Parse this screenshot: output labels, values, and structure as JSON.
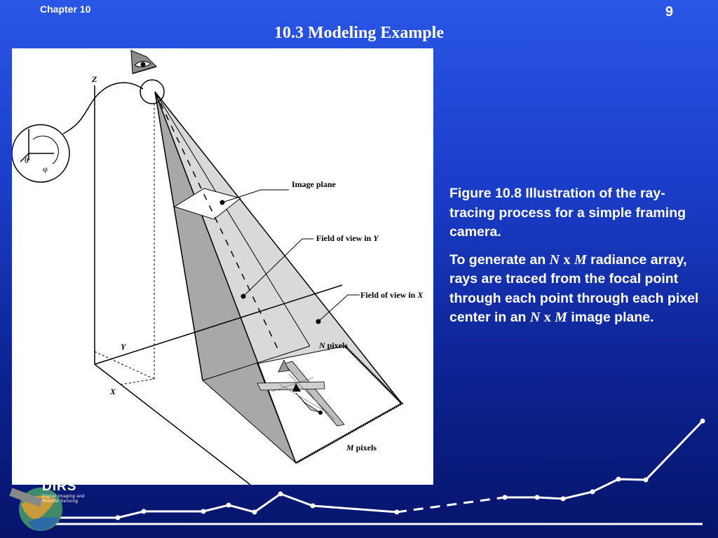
{
  "header": {
    "chapter": "Chapter 10",
    "page_number": "9",
    "title": "10.3 Modeling Example"
  },
  "figure": {
    "labels": {
      "z_axis": "Z",
      "y_axis": "Y",
      "x_axis": "X",
      "image_plane": "Image plane",
      "fov_y": "Field of view in",
      "fov_y_var": "Y",
      "fov_x": "Field of view in",
      "fov_x_var": "X",
      "n_pixels_var": "N",
      "n_pixels_text": "pixels",
      "m_pixels_var": "M",
      "m_pixels_text": "pixels"
    },
    "icons": [
      "eye-icon",
      "axes-inset-icon",
      "aircraft-icon"
    ]
  },
  "caption": {
    "figure_text": "Figure 10.8 Illustration of the ray-tracing process for a simple framing camera.",
    "body_prefix": "To generate an ",
    "var_n": "N",
    "times": "x",
    "var_m": "M",
    "body_mid": " radiance array, rays are traced from the focal point through each point through each pixel center in an ",
    "var_n2": "N",
    "times2": "x",
    "var_m2": "M",
    "body_suffix": " image plane."
  },
  "logo": {
    "name": "DIRS",
    "line1": "Digital Imaging and",
    "line2": "Remote Sensing"
  },
  "colors": {
    "background_top": "#2a56e6",
    "background_bottom": "#06146a",
    "text": "#ffffff",
    "figure_bg": "#ffffff"
  }
}
